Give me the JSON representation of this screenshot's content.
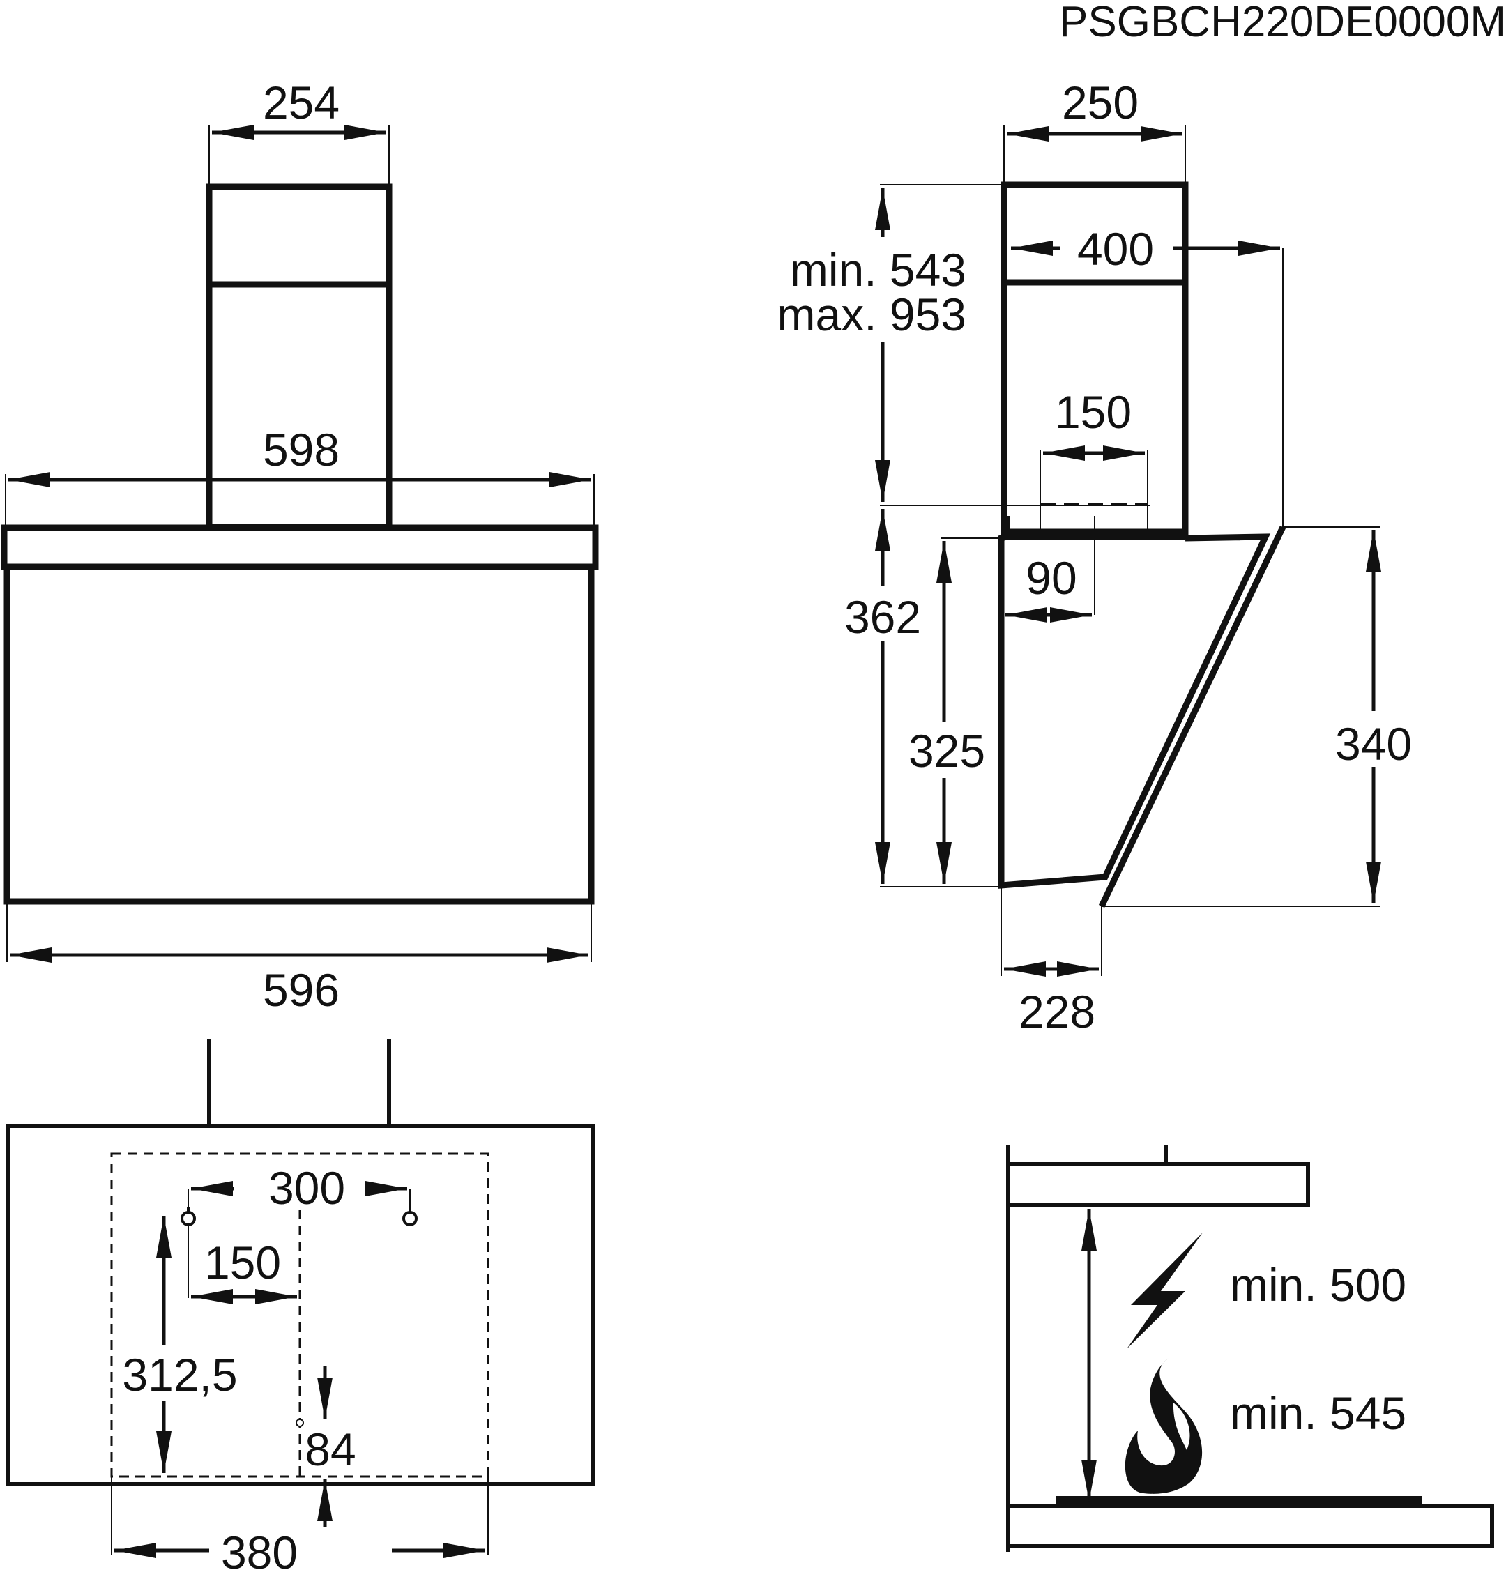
{
  "model_code": "PSGBCH220DE0000M",
  "front_view": {
    "chimney_width": "254",
    "canopy_width": "598",
    "body_width": "596"
  },
  "side_view": {
    "chimney_depth": "250",
    "chimney_height_min": "min. 543",
    "chimney_height_max": "max. 953",
    "overall_depth": "400",
    "duct_outlet_width": "150",
    "duct_offset": "90",
    "body_height": "362",
    "rear_height": "325",
    "glass_height": "340",
    "bottom_depth": "228"
  },
  "bottom_view": {
    "hole_spacing": "300",
    "hole_offset": "150",
    "mount_height": "312,5",
    "lower_hole_offset": "84",
    "bracket_width": "380"
  },
  "clearance": {
    "electric_min": "min. 500",
    "gas_min": "min. 545",
    "icons": [
      "lightning-bolt-icon",
      "flame-icon"
    ]
  }
}
